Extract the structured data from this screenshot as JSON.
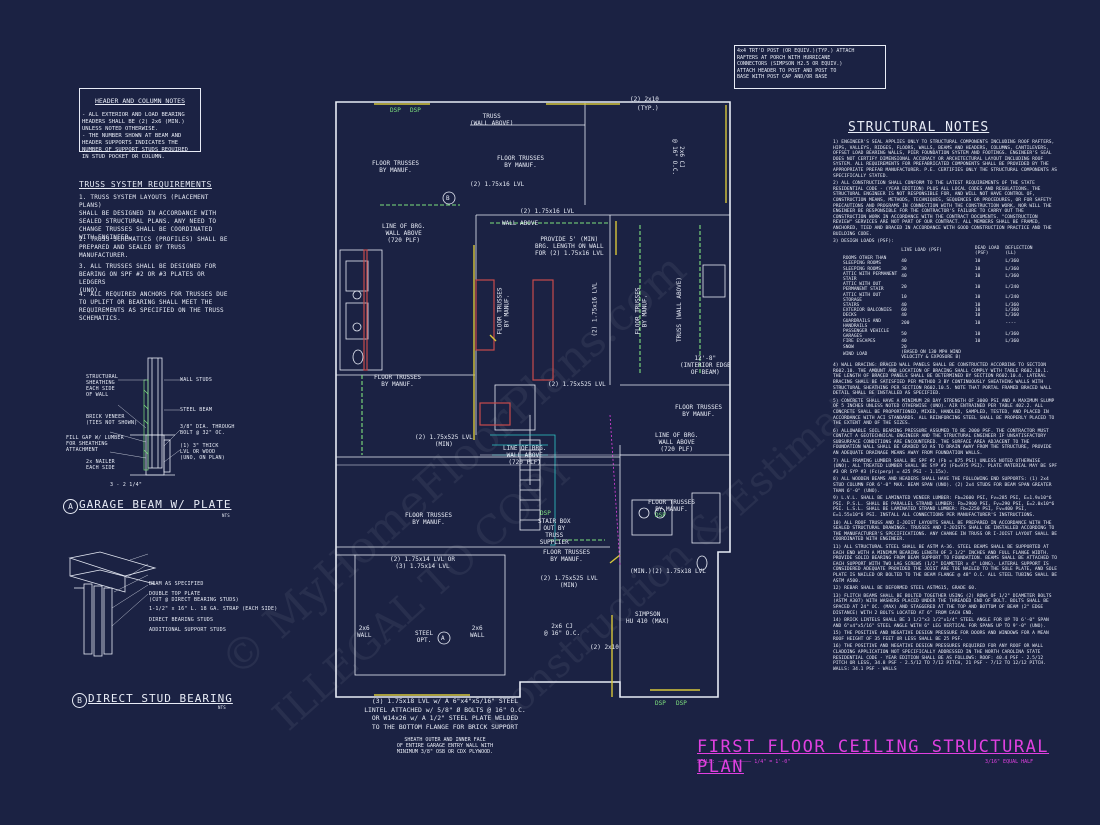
{
  "sheet_title": "FIRST FLOOR CEILING STRUCTURAL PLAN",
  "scale_left": "SCALE: ——————————— 1/4\" = 1'-0\"",
  "scale_right": "3/16\" EQUAL HALF",
  "header_notes": {
    "title": "HEADER AND COLUMN NOTES",
    "body": "- ALL EXTERIOR AND LOAD BEARING\nHEADERS SHALL BE (2) 2x6 (MIN.)\nUNLESS NOTED OTHERWISE.\n- THE NUMBER SHOWN AT BEAM AND\nHEADER SUPPORTS INDICATES THE\nNUMBER OF SUPPORT STUDS REQUIRED\nIN STUD POCKET OR COLUMN."
  },
  "truss_requirements": {
    "title": "TRUSS SYSTEM REQUIREMENTS",
    "items": [
      "1. TRUSS SYSTEM LAYOUTS (PLACEMENT PLANS)\nSHALL BE DESIGNED IN ACCORDANCE WITH\nSEALED STRUCTURAL PLANS. ANY NEED TO\nCHANGE TRUSSES SHALL BE COORDINATED\nWITH ENGINEER.",
      "2. TRUSS SCHEMATICS (PROFILES) SHALL BE\nPREPARED AND SEALED BY TRUSS\nMANUFACTURER.",
      "3. ALL TRUSSES SHALL BE DESIGNED FOR\nBEARING ON SPF #2 OR #3 PLATES OR LEDGERS\n(UNO).",
      "4. ALL REQUIRED ANCHORS FOR TRUSSES DUE\nTO UPLIFT OR BEARING SHALL MEET THE\nREQUIREMENTS AS SPECIFIED ON THE TRUSS\nSCHEMATICS."
    ]
  },
  "detail_a": {
    "title": "GARAGE BEAM W/ PLATE",
    "letter": "A",
    "nts": "NTS",
    "labels": [
      "STRUCTURAL\nSHEATHING\nEACH SIDE\nOF WALL",
      "BRICK VENEER\n(TIES NOT SHOWN)",
      "FILL GAP W/ LUMBER\nFOR SHEATHING\nATTACHMENT",
      "2x NAILER\nEACH SIDE",
      "WALL STUDS",
      "STEEL BEAM",
      "3/8\" DIA. THROUGH\nBOLT @ 32\" OC.",
      "(1) 3\" THICK\nLVL OR WOOD\n(UNO, ON PLAN)",
      "3 - 2 1/4\""
    ]
  },
  "detail_b": {
    "title": "DIRECT STUD BEARING",
    "letter": "B",
    "nts": "NTS",
    "labels": [
      "BEAM AS SPECIFIED",
      "DOUBLE TOP PLATE\n(CUT @ DIRECT BEARING STUDS)",
      "1-1/2\" x 16\" L. 18 GA. STRAP (EACH SIDE)",
      "DIRECT BEARING STUDS",
      "ADDITIONAL SUPPORT STUDS"
    ]
  },
  "post_callout": "4x4 TRT'D POST (OR EQUIV.)(TYP.) ATTACH\nRAFTERS AT PORCH WITH HURRICANE\nCONNECTORS (SIMPSON H2.5 OR EQUIV.)\nATTACH HEADER TO POST AND POST TO\nBASE WITH POST CAP AND/OR BASE",
  "plan_labels": {
    "floor_trusses_1": "FLOOR TRUSSES\nBY MANUF.",
    "truss_wall_above": "TRUSS\n(WALL ABOVE)",
    "floor_trusses_2": "FLOOR TRUSSES\nBY MANUF.",
    "lvl_top": "(2) 2x10",
    "typ": "(TYP.)",
    "oc": "2x6 CJ\n@ 16\" O.C.",
    "line_brg_1": "LINE OF BRG.\nWALL ABOVE\n(720 PLF)",
    "lvl_1": "(2) 1.75x16 LVL",
    "wall_above": "WALL ABOVE",
    "provide": "PROVIDE 5' (MIN)\nBRG. LENGTH ON WALL\nFOR (2) 1.75x16 LVL",
    "floor_trusses_vert_1": "FLOOR TRUSSES\nBY MANUF.",
    "floor_trusses_vert_2": "FLOOR TRUSSES\nBY MANUF.",
    "truss_wall_above_vert": "TRUSS (WALL ABOVE)",
    "lvl_vert": "(2) 1.75x16 LVL",
    "interior_edge": "12'-8\"\n(INTERIOR EDGE\nOF BEAM)",
    "floor_trusses_3": "FLOOR TRUSSES\nBY MANUF.",
    "lvl_2": "(2) 1.75x525 LVL",
    "floor_trusses_4": "FLOOR TRUSSES\nBY MANUF.",
    "line_brg_2": "LINE OF BRG.\nWALL ABOVE\n(720 PLF)",
    "lvl_3": "(2) 1.75x525 LVL\n(MIN)",
    "line_brg_3": "LINE OF BRG.\nWALL ABOVE\n(720 PLF)",
    "floor_trusses_5": "FLOOR TRUSSES\nBY MANUF.",
    "floor_trusses_6": "FLOOR TRUSSES\nBY MANUF.",
    "stair_box": "STAIR BOX\nOUT BY\nTRUSS\nSUPPLIER",
    "floor_trusses_7": "FLOOR TRUSSES\nBY MANUF.",
    "lvl_4": "(2) 1.75x14 LVL OR\n(3) 1.75x14 LVL",
    "lvl_5": "(2) 1.75x525 LVL\n(MIN)",
    "lvl_6": "(MIN.)(2) 1.75x18 LVL",
    "simpson": "SIMPSON\nHU 410 (MAX)",
    "cj_2": "2x6 CJ\n@ 16\" O.C.",
    "lvl_7": "(2) 2x10",
    "wall_l": "2x6\nWALL",
    "steel": "STEEL\nOPT.",
    "wall_r": "2x6\nWALL",
    "lintel": "(3) 1.75x18 LVL w/ A 6\"x4\"x5/16\" STEEL\nLINTEL ATTACHED w/ 5/8\" Ø BOLTS @ 16\" O.C.\nOR W14x26 w/ A 1/2\" STEEL PLATE WELDED\nTO THE BOTTOM FLANGE FOR BRICK SUPPORT",
    "sheath": "SHEATH OUTER AND INNER FACE\nOF ENTIRE GARAGE ENTRY WALL WITH\nMINIMUM 3/8\" OSB OR CDX PLYWOOD.",
    "dsp_labels": [
      "DSP",
      "DSP",
      "DSP",
      "DSP",
      "DSP",
      "DSP"
    ],
    "lvl_h": "(2) 1.75x16 LVL",
    "a_marker": "A",
    "b_marker": "B"
  },
  "structural_notes": {
    "title": "STRUCTURAL NOTES",
    "items": [
      "1) ENGINEER'S SEAL APPLIES ONLY TO STRUCTURAL COMPONENTS INCLUDING ROOF RAFTERS, HIPS, VALLEYS, RIDGES, FLOORS, WALLS, BEAMS AND HEADERS, COLUMNS, CANTILEVERS, OFFSET LOAD BEARING WALLS, PIER FOUNDATION SYSTEM AND FOOTINGS. ENGINEER'S SEAL DOES NOT CERTIFY DIMENSIONAL ACCURACY OR ARCHITECTURAL LAYOUT INCLUDING ROOF SYSTEM. ALL REQUIREMENTS FOR PREFABRICATED COMPONENTS SHALL BE PROVIDED BY THE APPROPRIATE PREFAB MANUFACTURER. P.E. CERTIFIES ONLY THE STRUCTURAL COMPONENTS AS SPECIFICALLY STATED.",
      "2) ALL CONSTRUCTION SHALL CONFORM TO THE LATEST REQUIREMENTS OF THE STATE RESIDENTIAL CODE - (YEAR EDITION) PLUS ALL LOCAL CODES AND REGULATIONS. THE STRUCTURAL ENGINEER IS NOT RESPONSIBLE FOR, AND WILL NOT HAVE CONTROL OF, CONSTRUCTION MEANS, METHODS, TECHNIQUES, SEQUENCES OR PROCEDURES, OR FOR SAFETY PRECAUTIONS AND PROGRAMS IN CONNECTION WITH THE CONSTRUCTION WORK, NOR WILL THE ENGINEER BE RESPONSIBLE FOR THE CONTRACTOR'S FAILURE TO CARRY OUT THE CONSTRUCTION WORK IN ACCORDANCE WITH THE CONTRACT DOCUMENTS. \"CONSTRUCTION REVIEW\" SERVICES ARE NOT PART OF OUR CONTRACT. ALL MEMBERS SHALL BE FRAMED, ANCHORED, TIED AND BRACED IN ACCORDANCE WITH GOOD CONSTRUCTION PRACTICE AND THE BUILDING CODE.",
      "3) DESIGN LOADS (PSF):"
    ],
    "load_header": [
      "",
      "LIVE LOAD (PSF)",
      "DEAD LOAD (PSF)",
      "DEFLECTION (LL)"
    ],
    "load_rows": [
      [
        "ROOMS OTHER THAN SLEEPING ROOMS",
        "40",
        "10",
        "L/360"
      ],
      [
        "SLEEPING ROOMS",
        "30",
        "10",
        "L/360"
      ],
      [
        "ATTIC WITH PERMANENT STAIR",
        "40",
        "10",
        "L/360"
      ],
      [
        "ATTIC WITH OUT PERMANENT STAIR",
        "20",
        "10",
        "L/240"
      ],
      [
        "ATTIC WITH OUT STORAGE",
        "10",
        "10",
        "L/240"
      ],
      [
        "STAIRS",
        "40",
        "10",
        "L/360"
      ],
      [
        "EXTERIOR BALCONIES",
        "60",
        "10",
        "L/360"
      ],
      [
        "DECKS",
        "40",
        "10",
        "L/360"
      ],
      [
        "GUARDRAILS AND HANDRAILS",
        "200",
        "10",
        "----"
      ],
      [
        "PASSENGER VEHICLE GARAGES",
        "50",
        "10",
        "L/360"
      ],
      [
        "FIRE ESCAPES",
        "40",
        "10",
        "L/360"
      ],
      [
        "SNOW",
        "20",
        "",
        ""
      ],
      [
        "WIND LOAD",
        "(BASED ON 130 MPH WIND VELOCITY & EXPOSURE B)",
        "",
        ""
      ]
    ],
    "items2": [
      "4) WALL BRACING: BRACED WALL PANELS SHALL BE CONSTRUCTED ACCORDING TO SECTION R602.10. THE AMOUNT AND LOCATION OF BRACING SHALL COMPLY WITH TABLE R602.10.1. THE LENGTH OF BRACED PANELS SHALL BE DETERMINED BY SECTION R602.10.4. LATERAL BRACING SHALL BE SATISFIED PER METHOD 3 BY CONTINUOUSLY SHEATHING WALLS WITH STRUCTURAL SHEATHING PER SECTION R602.10.5. NOTE THAT PORTAL FRAMED BRACED WALL DETAIL SHALL BE INSTALLED AS SPECIFIED.",
      "5) CONCRETE SHALL HAVE A MINIMUM 28 DAY STRENGTH OF 3000 PSI AND A MAXIMUM SLUMP OF 5 INCHES UNLESS NOTED OTHERWISE (UNO). AIR ENTRAINED PER TABLE 402.2. ALL CONCRETE SHALL BE PROPORTIONED, MIXED, HANDLED, SAMPLED, TESTED, AND PLACED IN ACCORDANCE WITH ACI STANDARDS. ALL REINFORCING STEEL SHALL BE PROPERLY PLACED TO THE EXTENT AND OF THE SIZES.",
      "6) ALLOWABLE SOIL BEARING PRESSURE ASSUMED TO BE 2000 PSF. THE CONTRACTOR MUST CONTACT A GEOTECHNICAL ENGINEER AND THE STRUCTURAL ENGINEER IF UNSATISFACTORY SUBSURFACE CONDITIONS ARE ENCOUNTERED. THE SURFACE AREA ADJACENT TO THE FOUNDATION WALL SHALL BE GRADED SO AS TO DRAIN AWAY FROM THE STRUCTURE, PROVIDE AN ADEQUATE DRAINAGE MEANS AWAY FROM FOUNDATION WALLS.",
      "7) ALL FRAMING LUMBER SHALL BE SPF #2 (Fb = 875 PSI) UNLESS NOTED OTHERWISE (UNO). ALL TREATED LUMBER SHALL BE SYP #2 (Fb=975 PSI). PLATE MATERIAL MAY BE SPF #3 OR SYP #3 (Fc(perp) = 425 PSI - 1.15x).",
      "8) ALL WOODEN BEAMS AND HEADERS SHALL HAVE THE FOLLOWING END SUPPORTS: (1) 2x4 STUD COLUMN FOR 6'-0\" MAX. BEAM SPAN (UNO). (2) 2x4 STUDS FOR BEAM SPAN GREATER THAN 6'-0\" (UNO).",
      "9) L.V.L. SHALL BE LAMINATED VENEER LUMBER: Fb=2600 PSI, Fv=285 PSI, E=1.9x10^6 PSI. P.S.L. SHALL BE PARALLEL STRAND LUMBER: Fb=2900 PSI, Fv=290 PSI, E=2.0x10^6 PSI. L.S.L. SHALL BE LAMINATED STRAND LUMBER: Fb=2250 PSI, Fv=400 PSI, E=1.55x10^6 PSI. INSTALL ALL CONNECTIONS PER MANUFACTURER'S INSTRUCTIONS.",
      "10) ALL ROOF TRUSS AND I-JOIST LAYOUTS SHALL BE PREPARED IN ACCORDANCE WITH THE SEALED STRUCTURAL DRAWINGS. TRUSSES AND I-JOISTS SHALL BE INSTALLED ACCORDING TO THE MANUFACTURER'S SPECIFICATIONS. ANY CHANGE IN TRUSS OR I-JOIST LAYOUT SHALL BE COORDINATED WITH ENGINEER.",
      "11) ALL STRUCTURAL STEEL SHALL BE ASTM A-36. STEEL BEAMS SHALL BE SUPPORTED AT EACH END WITH A MINIMUM BEARING LENGTH OF 3 1/2\" INCHES AND FULL FLANGE WIDTH. PROVIDE SOLID BEARING FROM BEAM SUPPORT TO FOUNDATION. BEAMS SHALL BE ATTACHED TO EACH SUPPORT WITH TWO LAG SCREWS (1/2\" DIAMETER x 4\" LONG). LATERAL SUPPORT IS CONSIDERED ADEQUATE PROVIDED THE JOIST ARE TOE NAILED TO THE SOLE PLATE, AND SOLE PLATE IS NAILED OR BOLTED TO THE BEAM FLANGE @ 48\" O.C. ALL STEEL TUBING SHALL BE ASTM A500.",
      "12) REBAR SHALL BE DEFORMED STEEL ASTM615, GRADE 60.",
      "13) FLITCH BEAMS SHALL BE BOLTED TOGETHER USING (2) ROWS OF 1/2\" DIAMETER BOLTS (ASTM A307) WITH WASHERS PLACED UNDER THE THREADED END OF BOLT. BOLTS SHALL BE SPACED AT 24\" OC. (MAX) AND STAGGERED AT THE TOP AND BOTTOM OF BEAM (2\" EDGE DISTANCE) WITH 2 BOLTS LOCATED AT 6\" FROM EACH END.",
      "14) BRICK LINTELS SHALL BE 3 1/2\"x3 1/2\"x1/4\" STEEL ANGLE FOR UP TO 6'-0\" SPAN AND 6\"x4\"x5/16\" STEEL ANGLE WITH 6\" LEG VERTICAL FOR SPANS UP TO 9'-0\" (UNO).",
      "15) THE POSITIVE AND NEGATIVE DESIGN PRESSURE FOR DOORS AND WINDOWS FOR A MEAN ROOF HEIGHT OF 35 FEET OR LESS SHALL BE 25 PSF.",
      "16) THE POSITIVE AND NEGATIVE DESIGN PRESSURES REQUIRED FOR ANY ROOF OR WALL CLADDING APPLICATION NOT SPECIFICALLY ADDRESSED IN THE NORTH CAROLINA STATE RESIDENTIAL CODE - YEAR EDITION SHALL BE AS FOLLOWS: ROOF: 40.4 PSF - 2.5/12 PITCH OR LESS, 34.8 PSF - 2.5/12 TO 7/12 PITCH, 21 PSF - 7/12 TO 12/12 PITCH. WALLS: 34.1 PSF - WALLS"
    ]
  },
  "watermarks": [
    "© MyHomeFloorPlans.com",
    "ILLEGAL TO COPY",
    "Construction & Estimation"
  ]
}
